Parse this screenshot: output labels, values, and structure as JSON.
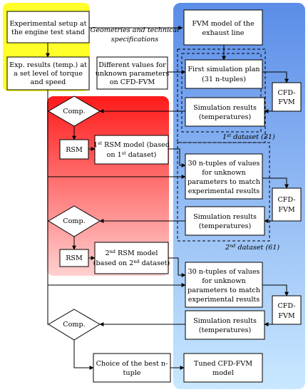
{
  "colors": {
    "yellow_zone": "#ffff2a",
    "red_zone_top": "#ff1a1a",
    "red_zone_bottom": "#ffd0d0",
    "blue_zone_top": "#5b8de8",
    "blue_zone_bottom": "#c9e8ff"
  },
  "nodes": {
    "exp_setup": [
      "Experimental setup at",
      "the engine test stand"
    ],
    "fvm_model": [
      "FVM model of the",
      "exhaust line"
    ],
    "exp_results": [
      "Exp. results (temp.) at",
      "a set level of torque",
      "and speed"
    ],
    "different_values": [
      "Different values for",
      "unknown parameters",
      "on CFD-FVM"
    ],
    "first_sim_plan": [
      "First simulation plan",
      "(31 n-tuples)"
    ],
    "cfd_fvm_1": [
      "CFD-",
      "FVM"
    ],
    "sim_results_1": [
      "Simulation results",
      "(temperatures)"
    ],
    "comp_1": "Comp.",
    "rsm_1": "RSM",
    "rsm_model_1": {
      "prefix": "1",
      "sup": "st",
      "rest": " RSM model (based",
      "line2_pre": "on 1",
      "line2_sup": "st",
      "line2_post": " dataset)"
    },
    "ntuples_1": [
      "30 n-tuples of values",
      "for unknown",
      "parameters to match",
      "experimental results"
    ],
    "cfd_fvm_2": [
      "CFD-",
      "FVM"
    ],
    "sim_results_2": [
      "Simulation results",
      "(temperatures)"
    ],
    "comp_2": "Comp.",
    "rsm_2": "RSM",
    "rsm_model_2": {
      "prefix": "2",
      "sup": "nd",
      "rest": " RSM model",
      "line2_pre": "(based on 2",
      "line2_sup": "nd",
      "line2_post": " dataset)"
    },
    "ntuples_2": [
      "30 n-tuples of values",
      "for unknown",
      "parameters to match",
      "experimental results"
    ],
    "cfd_fvm_3": [
      "CFD-",
      "FVM"
    ],
    "sim_results_3": [
      "Simulation results",
      "(temperatures)"
    ],
    "comp_3": "Comp.",
    "best_choice": [
      "Choice of the best n-",
      "tuple"
    ],
    "tuned_model": [
      "Tuned CFD-FVM",
      "model"
    ]
  },
  "labels": {
    "geometries": [
      "Geometries and technical",
      "specifications"
    ],
    "dataset_1": {
      "pre": "1",
      "sup": "st",
      "post": " dataset (31)"
    },
    "dataset_2": {
      "pre": "2",
      "sup": "nd",
      "post": " dataset (61)"
    }
  }
}
